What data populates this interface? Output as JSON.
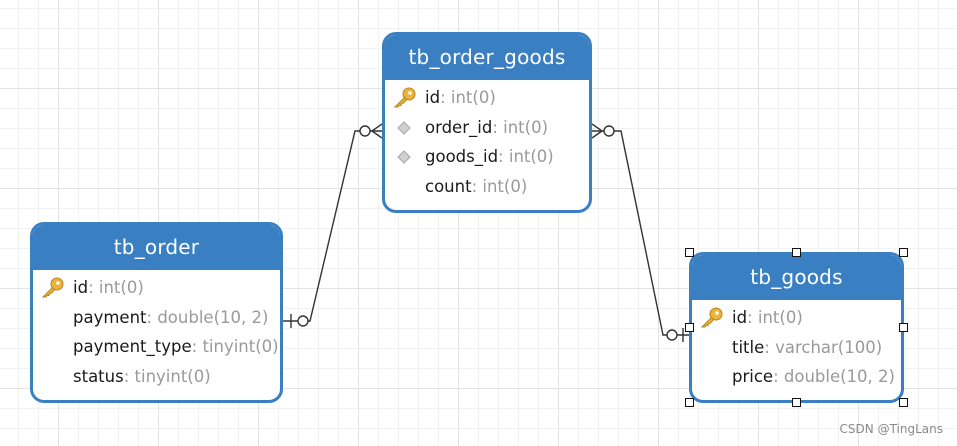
{
  "entities": {
    "tb_order_goods": {
      "title": "tb_order_goods",
      "attributes": [
        {
          "name": "id",
          "type": "int(0)",
          "icon": "primary-key"
        },
        {
          "name": "order_id",
          "type": "int(0)",
          "icon": "foreign-key"
        },
        {
          "name": "goods_id",
          "type": "int(0)",
          "icon": "foreign-key"
        },
        {
          "name": "count",
          "type": "int(0)",
          "icon": "none"
        }
      ]
    },
    "tb_order": {
      "title": "tb_order",
      "attributes": [
        {
          "name": "id",
          "type": "int(0)",
          "icon": "primary-key"
        },
        {
          "name": "payment",
          "type": "double(10, 2)",
          "icon": "none"
        },
        {
          "name": "payment_type",
          "type": "tinyint(0)",
          "icon": "none"
        },
        {
          "name": "status",
          "type": "tinyint(0)",
          "icon": "none"
        }
      ]
    },
    "tb_goods": {
      "title": "tb_goods",
      "attributes": [
        {
          "name": "id",
          "type": "int(0)",
          "icon": "primary-key"
        },
        {
          "name": "title",
          "type": "varchar(100)",
          "icon": "none"
        },
        {
          "name": "price",
          "type": "double(10, 2)",
          "icon": "none"
        }
      ]
    }
  },
  "relationships": [
    {
      "from": "tb_order",
      "from_cardinality": "zero-or-one",
      "to": "tb_order_goods",
      "to_cardinality": "zero-or-many"
    },
    {
      "from": "tb_goods",
      "from_cardinality": "zero-or-one",
      "to": "tb_order_goods",
      "to_cardinality": "zero-or-many"
    }
  ],
  "selected_entity": "tb_goods",
  "colors": {
    "entity_header": "#3a7fc2",
    "entity_border": "#3a7fc2",
    "attribute_type": "#9a9a9a",
    "primary_key_icon": "#e8b43a",
    "foreign_key_icon": "#bdbdbd",
    "connector": "#333333"
  },
  "watermark": "CSDN @TingLans"
}
